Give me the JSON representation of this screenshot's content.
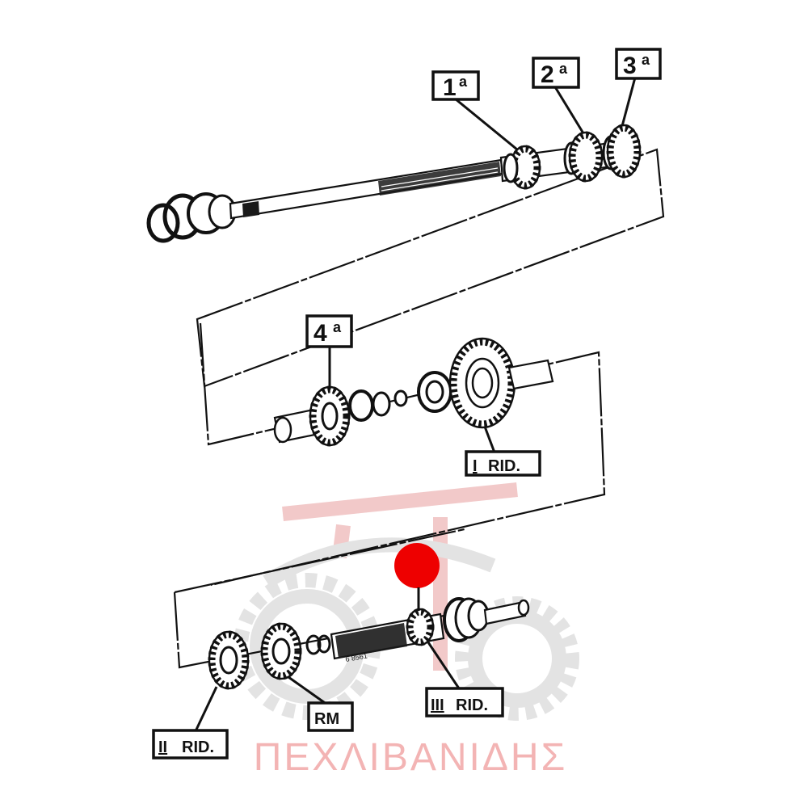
{
  "labels": {
    "gear_1": "1",
    "gear_1_sup": "a",
    "gear_2": "2",
    "gear_2_sup": "a",
    "gear_3": "3",
    "gear_3_sup": "a",
    "gear_4": "4",
    "gear_4_sup": "a",
    "rid_1_roman": "I",
    "rid_1": "RID.",
    "rid_2_roman": "II",
    "rid_2": "RID.",
    "rid_3_roman": "III",
    "rid_3": "RID.",
    "rm": "RM"
  },
  "part_code": "6 8561",
  "watermark": {
    "text": "ΠΕΧΛΙΒΑΝΙΔΗΣ",
    "color": "#f3b4b4"
  },
  "marker": {
    "color": "#ee0000"
  }
}
